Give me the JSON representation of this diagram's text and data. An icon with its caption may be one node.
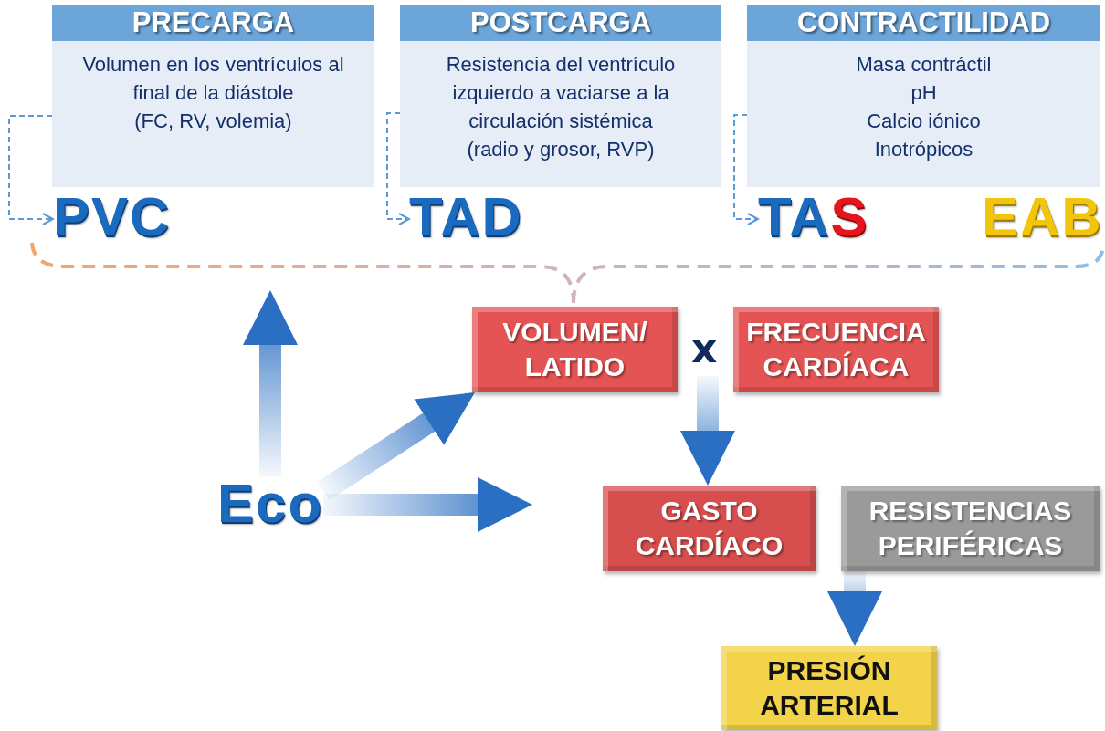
{
  "diagram": {
    "nodes": [
      {
        "text": [
          "PRECARGA",
          "Volumen en los ventrículos al final de la diástole",
          "(FC, RV, volemia)"
        ]
      },
      {
        "text": [
          "POSTCARGA",
          "Resistencia del ventrículo izquierdo a vaciarse a la circulación sistémica",
          "(radio y grosor, RVP)"
        ]
      },
      {
        "text": [
          "CONTRACTILIDAD",
          "Masa contráctil",
          "pH",
          "Calcio iónico",
          "Inotrópicos"
        ]
      },
      {
        "text": [
          "PVC"
        ]
      },
      {
        "text": [
          "TAD"
        ]
      },
      {
        "text": [
          "TAS"
        ]
      },
      {
        "text": [
          "EAB"
        ]
      },
      {
        "text": [
          "VOLUMEN/ LATIDO"
        ]
      },
      {
        "text": [
          "FRECUENCIA CARDÍACA"
        ]
      },
      {
        "text": [
          "GASTO CARDÍACO"
        ]
      },
      {
        "text": [
          "RESISTENCIAS PERIFÉRICAS"
        ]
      },
      {
        "text": [
          "PRESIÓN ARTERIAL"
        ]
      },
      {
        "text": [
          "Eco"
        ]
      }
    ],
    "edges": [
      {
        "from": 0,
        "to": 3,
        "arrow": "to",
        "style": "dashed",
        "color": "#5b9bd5"
      },
      {
        "from": 1,
        "to": 4,
        "arrow": "to",
        "style": "dashed",
        "color": "#5b9bd5"
      },
      {
        "from": 2,
        "to": 5,
        "arrow": "to",
        "style": "dashed",
        "color": "#5b9bd5"
      },
      {
        "from": 12,
        "to": null,
        "arrow": "to",
        "style": "thick"
      },
      {
        "from": 12,
        "to": 7,
        "arrow": "to",
        "style": "thick"
      },
      {
        "from": 12,
        "to": null,
        "arrow": "to",
        "style": "thick"
      },
      {
        "from": null,
        "to": 9,
        "arrow": "to",
        "style": "thick"
      },
      {
        "from": 10,
        "to": 11,
        "arrow": "to",
        "style": "thick"
      }
    ],
    "labels": [
      "x"
    ]
  }
}
